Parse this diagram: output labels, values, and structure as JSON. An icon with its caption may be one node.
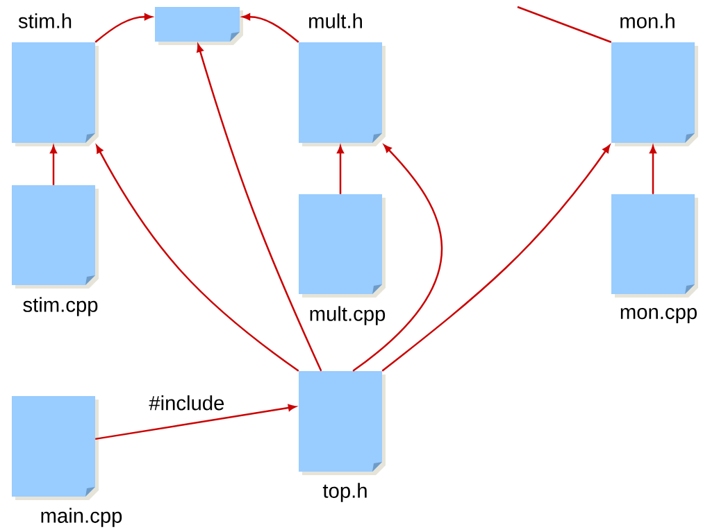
{
  "diagram": {
    "nodes": [
      {
        "text": [
          "stim.h"
        ]
      },
      {
        "text": [],
        "shape": "box"
      },
      {
        "text": [
          "mult.h"
        ]
      },
      {
        "text": [
          "mon.h"
        ]
      },
      {
        "text": [
          "stim.cpp"
        ]
      },
      {
        "text": [
          "mult.cpp"
        ]
      },
      {
        "text": [
          "mon.cpp"
        ]
      },
      {
        "text": [
          "main.cpp"
        ]
      },
      {
        "text": [
          "top.h"
        ]
      }
    ],
    "edges": [
      {
        "from": 0,
        "to": 1,
        "arrow": "to"
      },
      {
        "from": 2,
        "to": 1,
        "arrow": "to"
      },
      {
        "from": 4,
        "to": 0,
        "arrow": "to"
      },
      {
        "from": 5,
        "to": 2,
        "arrow": "to"
      },
      {
        "from": 6,
        "to": 3,
        "arrow": "to"
      },
      {
        "from": 8,
        "to": 0,
        "arrow": "to"
      },
      {
        "from": 8,
        "to": 1,
        "arrow": "to"
      },
      {
        "from": 8,
        "to": 2,
        "arrow": "to"
      },
      {
        "from": 8,
        "to": 3,
        "arrow": "to"
      },
      {
        "from": 7,
        "to": 8,
        "label": "#include",
        "arrow": "to"
      },
      {
        "from": 3,
        "to": null,
        "arrow": "none"
      }
    ]
  }
}
